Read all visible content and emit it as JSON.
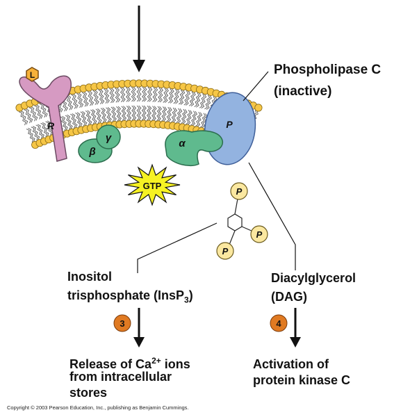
{
  "labels": {
    "plc_line1": "Phospholipase C",
    "plc_line2": "(inactive)",
    "insp3_line1": "Inositol",
    "insp3_line2_prefix": "trisphosphate (InsP",
    "insp3_line2_sub": "3",
    "insp3_line2_suffix": ")",
    "dag_line1": "Diacylglycerol",
    "dag_line2": "(DAG)",
    "ca_line1_prefix": "Release of Ca",
    "ca_line1_sup": "2+",
    "ca_line1_suffix": " ions",
    "ca_line2": "from intracellular",
    "ca_line3": "stores",
    "pkc_line1": "Activation of",
    "pkc_line2": "protein kinase C"
  },
  "molecules": {
    "ligand": "L",
    "receptor": "R",
    "beta": "β",
    "gamma": "γ",
    "alpha": "α",
    "plc": "P",
    "gtp": "GTP",
    "phosphate": "P"
  },
  "steps": {
    "step3": "3",
    "step4": "4"
  },
  "copyright": "Copyright © 2003 Pearson Education, Inc., publishing as Benjamin Cummings.",
  "colors": {
    "lipid_head": "#f6c646",
    "receptor": "#d69ac2",
    "g_protein": "#5fba8e",
    "plc": "#93b3e0",
    "gtp_burst": "#f6f223",
    "phosphate": "#fbe8a0",
    "step_badge": "#e07a22"
  }
}
